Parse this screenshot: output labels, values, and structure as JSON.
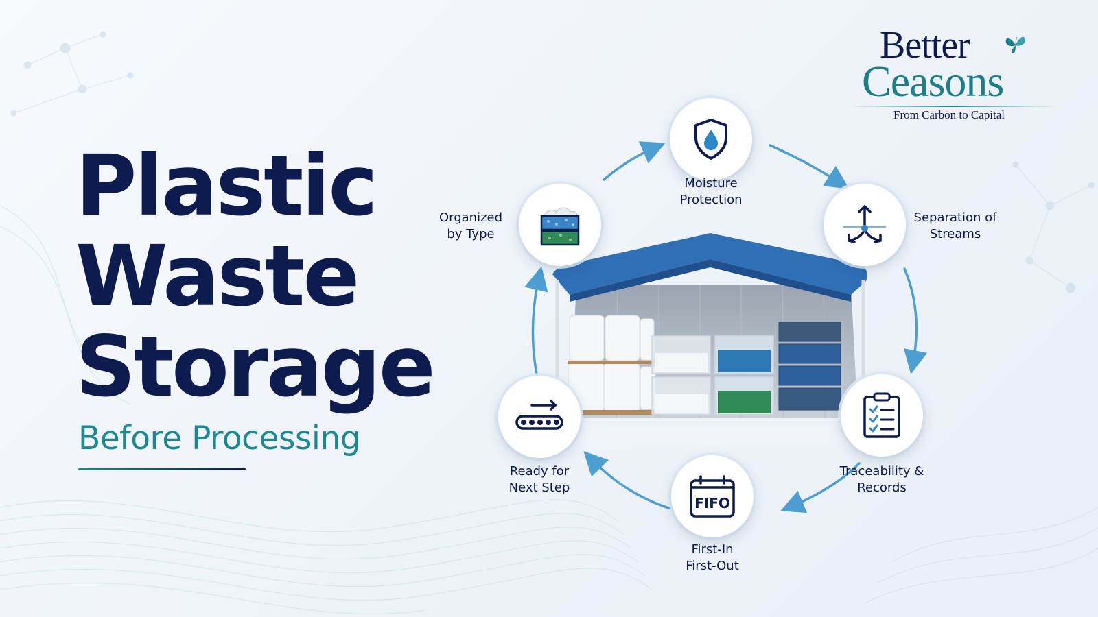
{
  "title": {
    "line1": "Plastic",
    "line2": "Waste",
    "line3": "Storage"
  },
  "subtitle": "Before Processing",
  "logo": {
    "line1": "Better",
    "line2": "Ceasons",
    "tagline": "From Carbon to Capital"
  },
  "cycle": [
    {
      "id": "moisture",
      "icon": "water-drop-shield-icon",
      "label_lines": [
        "Moisture",
        "Protection"
      ]
    },
    {
      "id": "separation",
      "icon": "split-arrows-icon",
      "label_lines": [
        "Separation of",
        "Streams"
      ]
    },
    {
      "id": "traceability",
      "icon": "clipboard-checklist-icon",
      "label_lines": [
        "Traceability &",
        "Records"
      ]
    },
    {
      "id": "fifo",
      "icon": "fifo-calendar-icon",
      "icon_text": "FIFO",
      "label_lines": [
        "First-In",
        "First-Out"
      ]
    },
    {
      "id": "ready",
      "icon": "conveyor-belt-icon",
      "label_lines": [
        "Ready for",
        "Next Step"
      ]
    },
    {
      "id": "organized",
      "icon": "sorted-bins-icon",
      "label_lines": [
        "Organized",
        "by Type"
      ]
    }
  ],
  "colors": {
    "navy": "#0d1b4f",
    "teal": "#1b8a90",
    "arrow": "#4d9fd1",
    "roof": "#2f6fb5"
  }
}
